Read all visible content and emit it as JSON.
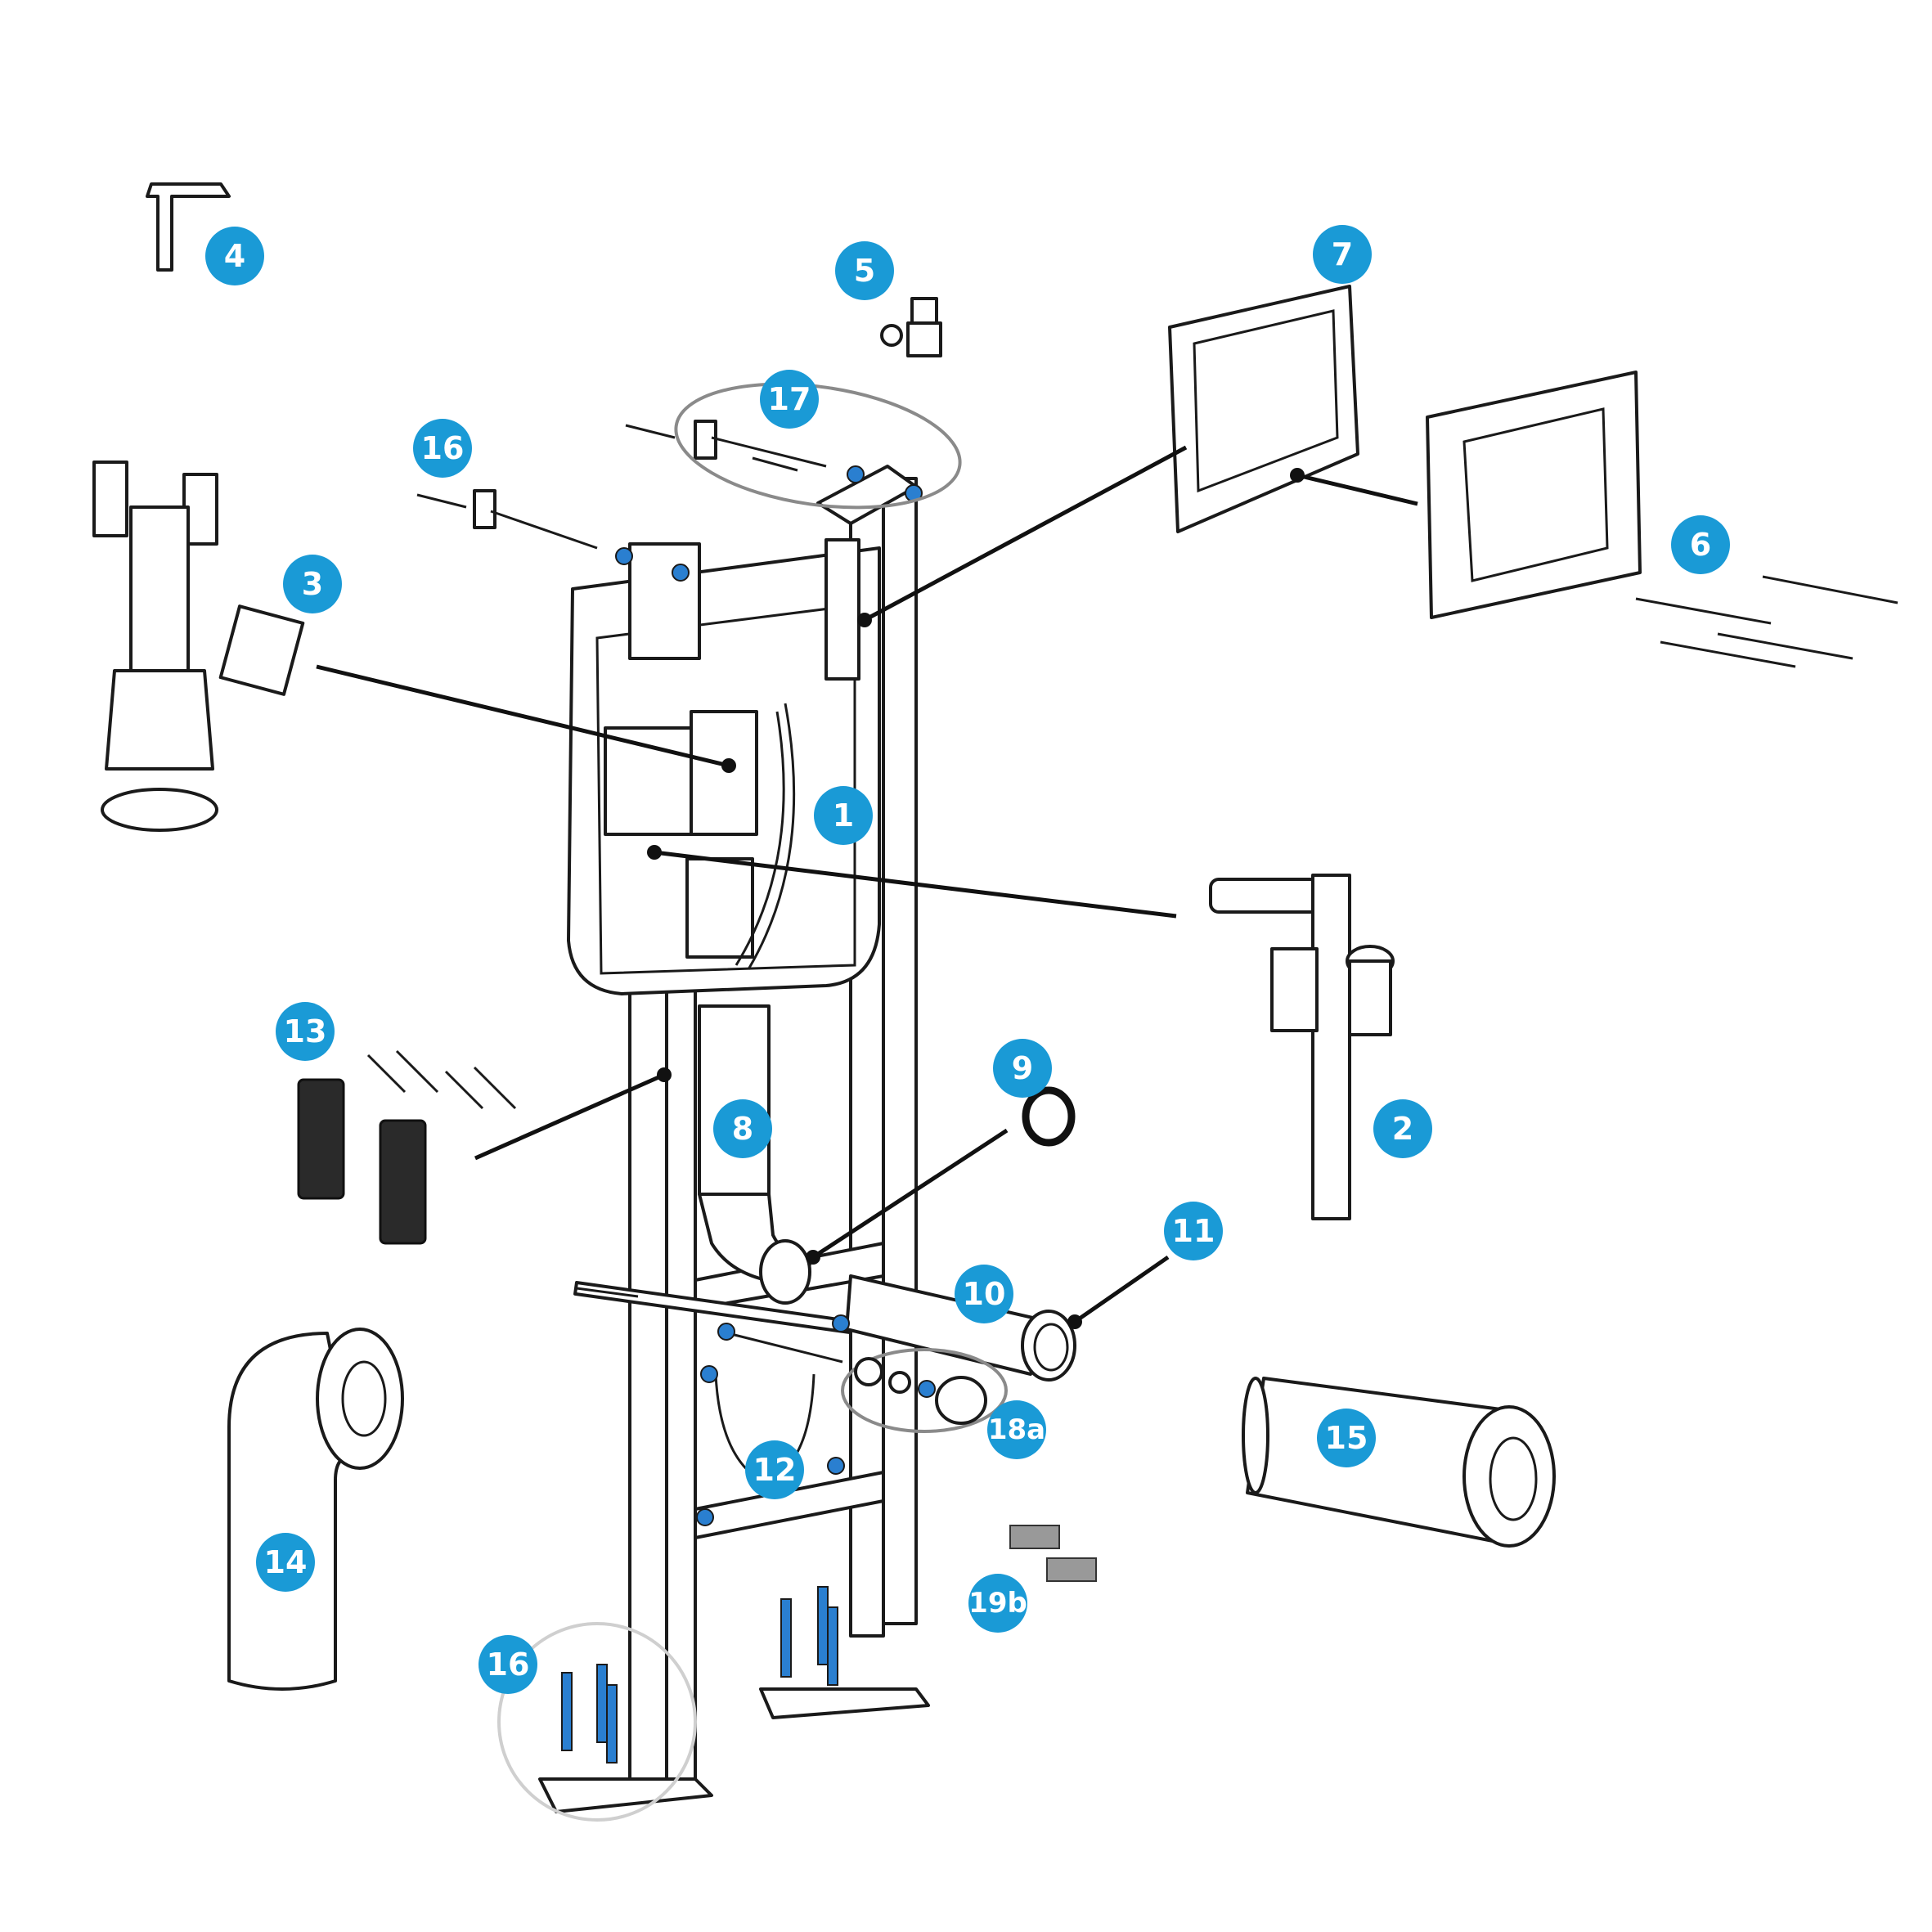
{
  "diagram": {
    "badge_color": "#1a9ad6",
    "callouts": {
      "c1": "1",
      "c2": "2",
      "c3": "3",
      "c4": "4",
      "c5": "5",
      "c6": "6",
      "c7": "7",
      "c8": "8",
      "c9": "9",
      "c10": "10",
      "c11": "11",
      "c12": "12",
      "c13": "13",
      "c14": "14",
      "c15": "15",
      "c16a": "16",
      "c16b": "16",
      "c17": "17",
      "c18a": "18a",
      "c19b": "19b"
    }
  }
}
